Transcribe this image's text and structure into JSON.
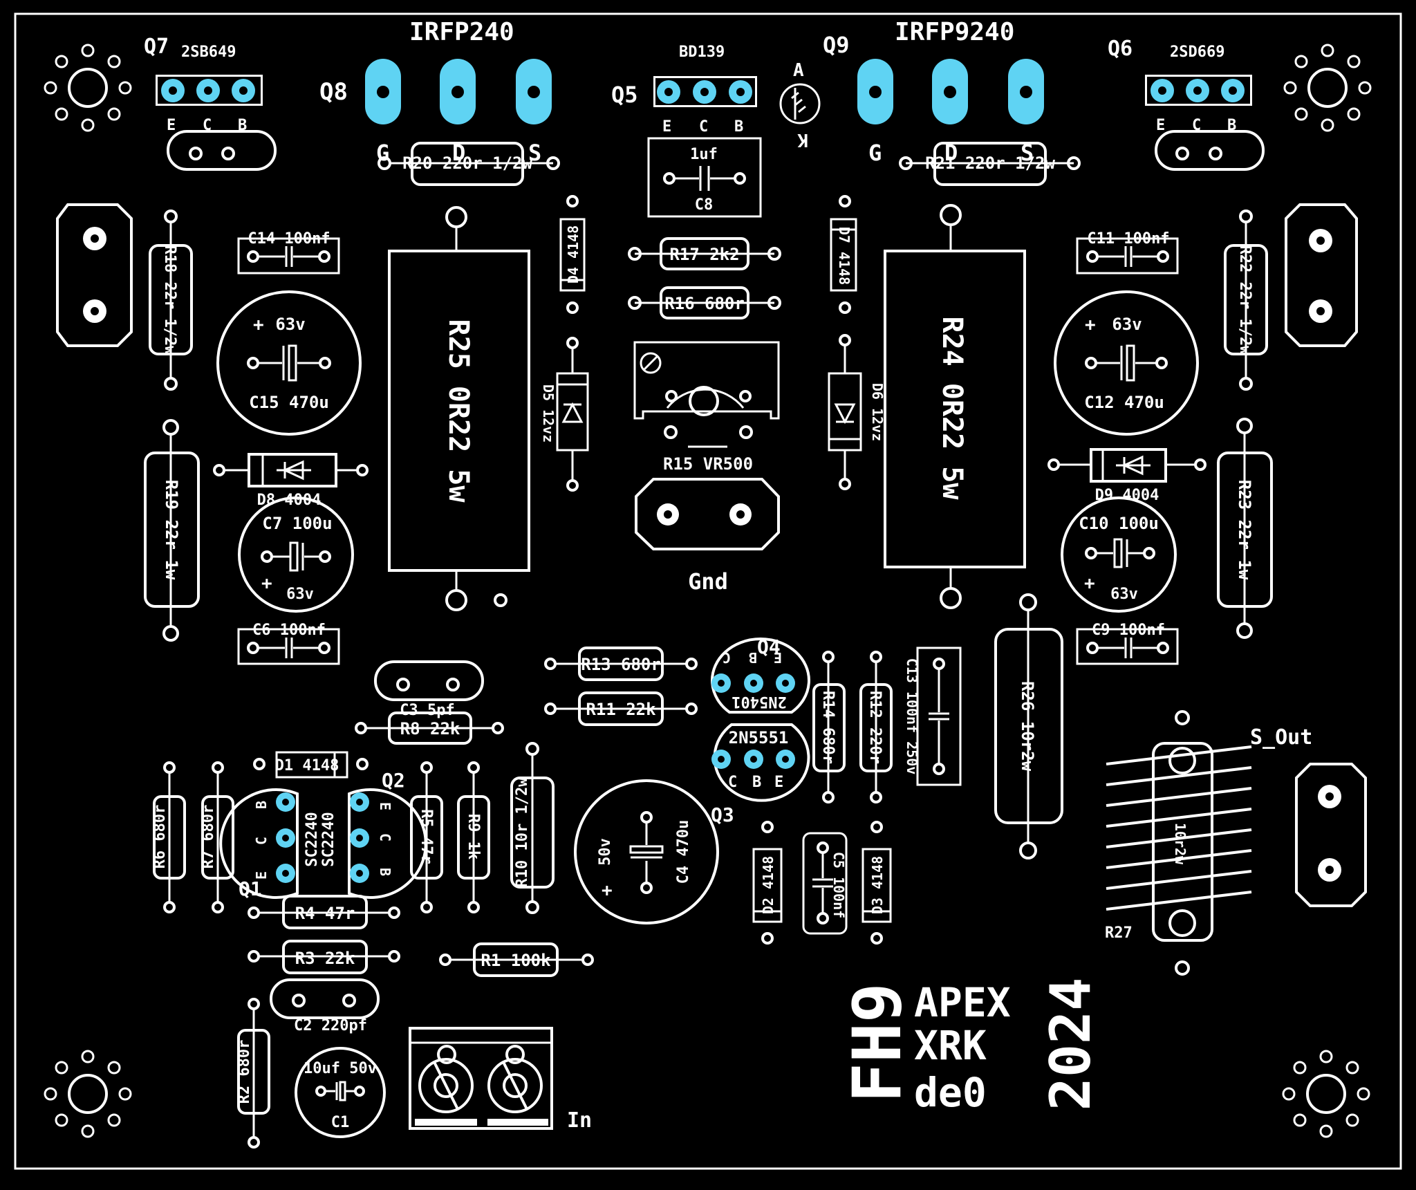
{
  "board": {
    "brand_lines": [
      "APEX",
      "XRK",
      "de0"
    ],
    "model": "FH9",
    "year": "2024"
  },
  "labels": {
    "q7": "Q7",
    "q7_part": "2SB649",
    "q8": "Q8",
    "q8_part": "IRFP240",
    "q5": "Q5",
    "q5_part": "BD139",
    "q9": "Q9",
    "q9_part": "IRFP9240",
    "q6": "Q6",
    "q6_part": "2SD669",
    "q4": "Q4",
    "q4_part": "2N5401",
    "q3": "Q3",
    "q3_part": "2N5551",
    "q1": "Q1",
    "q1_part": "SC2240",
    "q2": "Q2",
    "q2_part": "SC2240",
    "pin_e": "E",
    "pin_c": "C",
    "pin_b": "B",
    "pin_g": "G",
    "pin_d": "D",
    "pin_s": "S",
    "led_a": "A",
    "led_k": "K",
    "r20": "R20 220r 1/2w",
    "r21": "R21 220r 1/2w",
    "c8_val": "1uf",
    "c8": "C8",
    "r17": "R17 2k2",
    "r16": "R16 680r",
    "r15": "R15 VR500",
    "d4": "D4 4148",
    "d7": "D7 4148",
    "d5": "D5 12vz",
    "d6": "D6 12vz",
    "r25": "R25 0R22 5w",
    "r24": "R24 0R22 5w",
    "r18": "R18 22r 1/2w",
    "r22": "R22 22r 1/2w",
    "c14": "C14 100nf",
    "c11": "C11 100nf",
    "c15": "C15 470u",
    "c12": "C12 470u",
    "v63": "63v",
    "plus": "+",
    "r19": "R19 22r 1w",
    "r23": "R23 22r 1w",
    "d8": "D8 4004",
    "d9": "D9 4004",
    "c7": "C7 100u",
    "c10": "C10 100u",
    "c6": "C6 100nf",
    "c9": "C9 100nf",
    "gnd": "Gnd",
    "r13": "R13 680r",
    "r11": "R11 22k",
    "r14": "R14 680r",
    "r12": "R12 220r",
    "c13": "C13 100nf 250v",
    "r26": "R26 10r2w",
    "s_out": "S_Out",
    "r27": "R27",
    "r27_val": "10r2w",
    "c3": "C3 5pf",
    "r8": "R8 22k",
    "d1": "D1 4148",
    "r6": "R6 680r",
    "r7": "R7 680r",
    "r5": "R5 47r",
    "r9": "R9 1k",
    "r10": "R10 10r 1/2w",
    "c4": "C4 470u",
    "v50": "50v",
    "d2": "D2 4148",
    "d3": "D3 4148",
    "c5": "C5 100nf",
    "r4": "R4 47r",
    "r3": "R3 22k",
    "r1": "R1 100k",
    "c2": "C2 220pf",
    "r2": "R2 680r",
    "c1_val": "10uf 50v",
    "c1": "C1",
    "in": "In"
  },
  "colors": {
    "background": "#000000",
    "silkscreen": "#ffffff",
    "pad_highlight": "#5fd3f3"
  }
}
